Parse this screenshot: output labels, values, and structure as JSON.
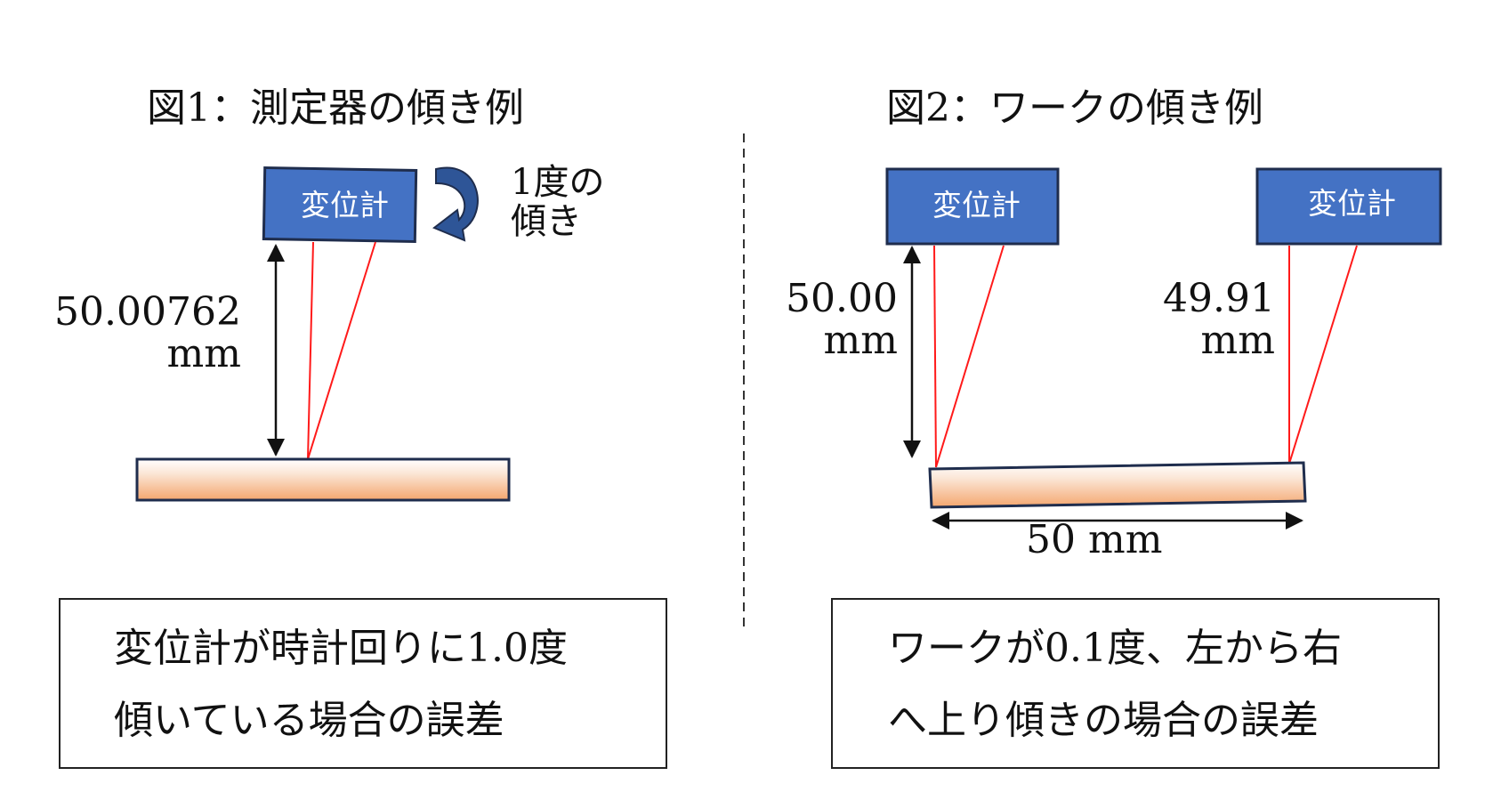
{
  "figure1": {
    "title": "図1：測定器の傾き例",
    "sensor_label": "変位計",
    "tilt_label_line1": "1度の",
    "tilt_label_line2": "傾き",
    "distance_value": "50.00762",
    "distance_unit": "mm",
    "caption_line1": "変位計が時計回りに1.0度",
    "caption_line2": "傾いている場合の誤差"
  },
  "figure2": {
    "title": "図2：ワークの傾き例",
    "sensor_left_label": "変位計",
    "sensor_right_label": "変位計",
    "distance_left_value": "50.00",
    "distance_left_unit": "mm",
    "distance_right_value": "49.91",
    "distance_right_unit": "mm",
    "span_label": "50 mm",
    "caption_line1": "ワークが0.1度、左から右",
    "caption_line2": "へ上り傾きの場合の誤差"
  },
  "colors": {
    "sensor_fill": "#4472c4",
    "sensor_border": "#1f2d4d",
    "laser": "#ff1a1a",
    "work_gradient_top": "#ffffff",
    "work_gradient_bottom": "#f4a66e",
    "arrow_fill": "#2e5597"
  }
}
